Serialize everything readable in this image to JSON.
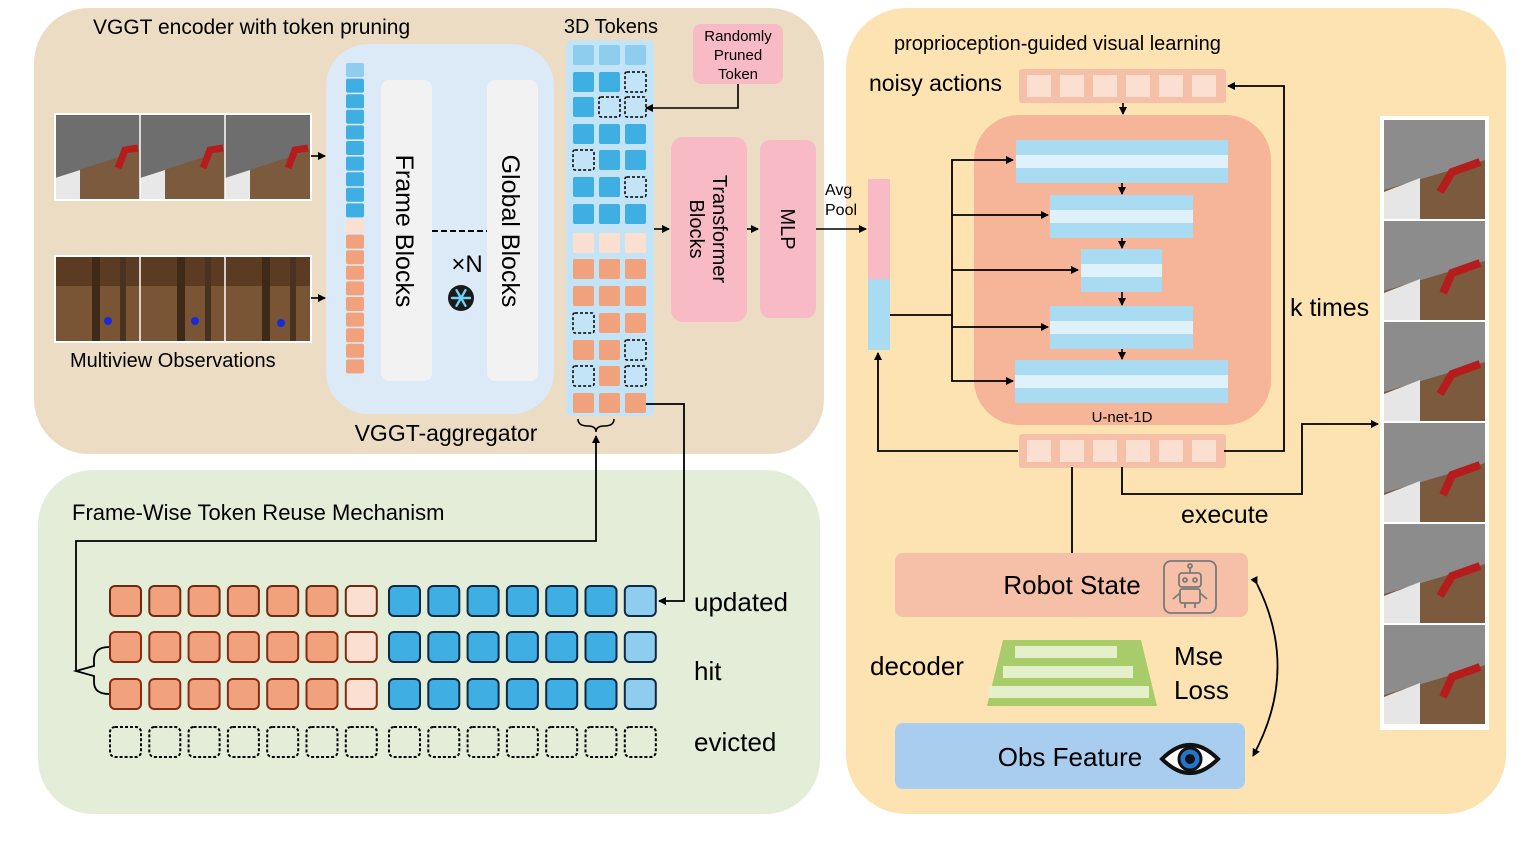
{
  "encoder": {
    "title": "VGGT encoder with token pruning",
    "observations_label": "Multiview Observations",
    "aggregator_label": "VGGT-aggregator",
    "frame_blocks": "Frame Blocks",
    "global_blocks": "Global Blocks",
    "repeat": "×N",
    "tokens_title": "3D Tokens",
    "pruned_line1": "Randomly",
    "pruned_line2": "Pruned",
    "pruned_line3": "Token",
    "transformer_line1": "Transformer",
    "transformer_line2": "Blocks",
    "mlp": "MLP",
    "avg_line1": "Avg",
    "avg_line2": "Pool"
  },
  "reuse": {
    "title": "Frame-Wise Token Reuse Mechanism",
    "updated": "updated",
    "hit": "hit",
    "evicted": "evicted"
  },
  "policy": {
    "title": "proprioception-guided visual learning",
    "noisy_actions": "noisy actions",
    "unet_label": "U-net-1D",
    "k_times": "k times",
    "execute": "execute",
    "robot_state": "Robot State",
    "decoder": "decoder",
    "mse_line1": "Mse",
    "mse_line2": "Loss",
    "obs_feature": "Obs Feature"
  },
  "colors": {
    "encoder_bg": "#ecdcc3",
    "reuse_bg": "#e3edd8",
    "policy_bg": "#fde3b2",
    "aggregator_bg": "#dce9f7",
    "token_blue": "#3eaee3",
    "token_light_blue": "#8fcdee",
    "token_orange": "#f1a27c",
    "token_peach": "#fbe0d2",
    "pink": "#f8bac4",
    "salmon": "#f6c0a8",
    "unet_bg": "#f6b598",
    "unet_bar": "#a9dcf3",
    "robot_state": "#f6c0a8",
    "obs_feature": "#a8cdee",
    "decoder": "#a9cc6a"
  }
}
